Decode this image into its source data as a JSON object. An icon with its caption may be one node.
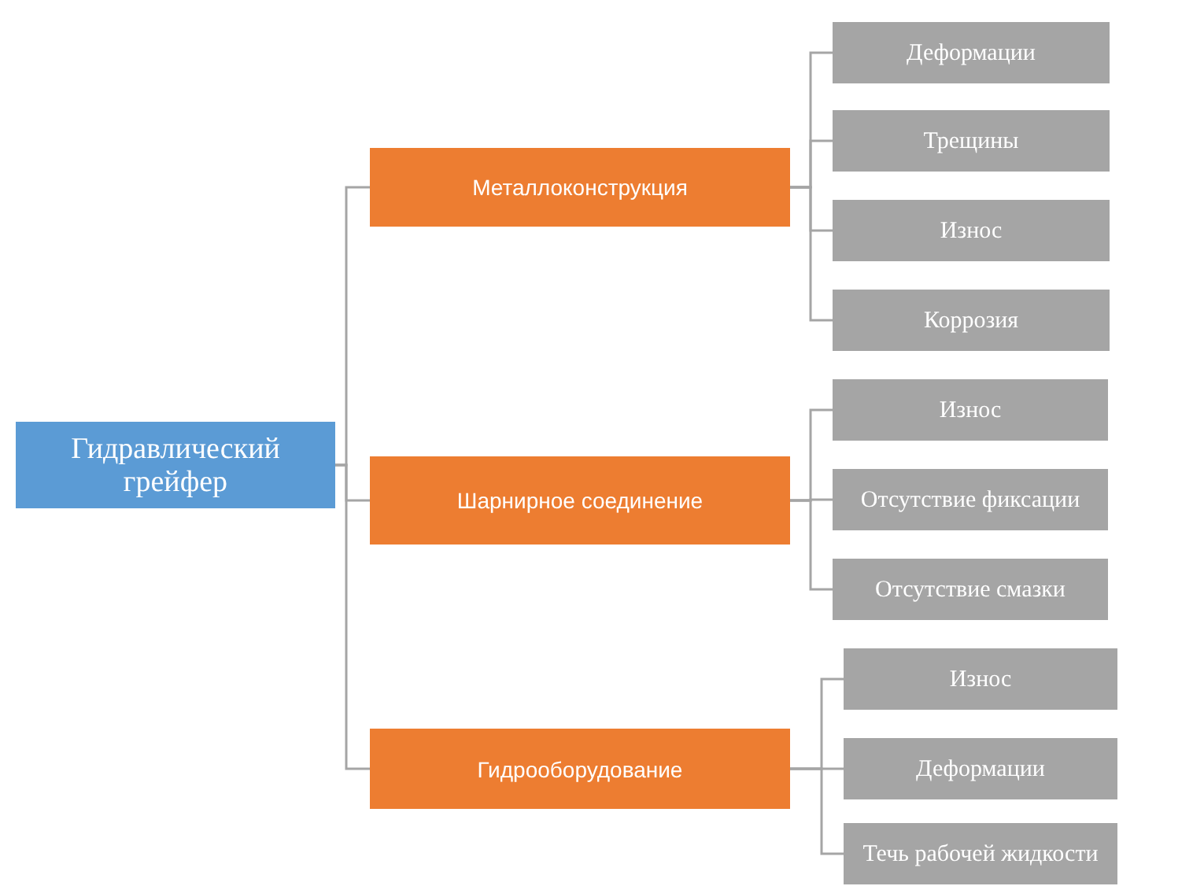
{
  "diagram": {
    "nodes": [
      {
        "text": [
          "Гидравлический грейфер"
        ]
      },
      {
        "text": [
          "Металлоконструкция"
        ]
      },
      {
        "text": [
          "Деформации"
        ]
      },
      {
        "text": [
          "Трещины"
        ]
      },
      {
        "text": [
          "Износ"
        ]
      },
      {
        "text": [
          "Коррозия"
        ]
      },
      {
        "text": [
          "Шарнирное соединение"
        ]
      },
      {
        "text": [
          "Износ"
        ]
      },
      {
        "text": [
          "Отсутствие фиксации"
        ]
      },
      {
        "text": [
          "Отсутствие смазки"
        ]
      },
      {
        "text": [
          "Гидрооборудование"
        ]
      },
      {
        "text": [
          "Износ"
        ]
      },
      {
        "text": [
          "Деформации"
        ]
      },
      {
        "text": [
          "Течь рабочей жидкости"
        ]
      }
    ],
    "edges": [
      {
        "from": 0,
        "to": 1,
        "arrow": "none"
      },
      {
        "from": 0,
        "to": 6,
        "arrow": "none"
      },
      {
        "from": 0,
        "to": 10,
        "arrow": "none"
      },
      {
        "from": 1,
        "to": 2,
        "arrow": "none"
      },
      {
        "from": 1,
        "to": 3,
        "arrow": "none"
      },
      {
        "from": 1,
        "to": 4,
        "arrow": "none"
      },
      {
        "from": 1,
        "to": 5,
        "arrow": "none"
      },
      {
        "from": 6,
        "to": 7,
        "arrow": "none"
      },
      {
        "from": 6,
        "to": 8,
        "arrow": "none"
      },
      {
        "from": 6,
        "to": 9,
        "arrow": "none"
      },
      {
        "from": 10,
        "to": 11,
        "arrow": "none"
      },
      {
        "from": 10,
        "to": 12,
        "arrow": "none"
      },
      {
        "from": 10,
        "to": 13,
        "arrow": "none"
      }
    ]
  }
}
